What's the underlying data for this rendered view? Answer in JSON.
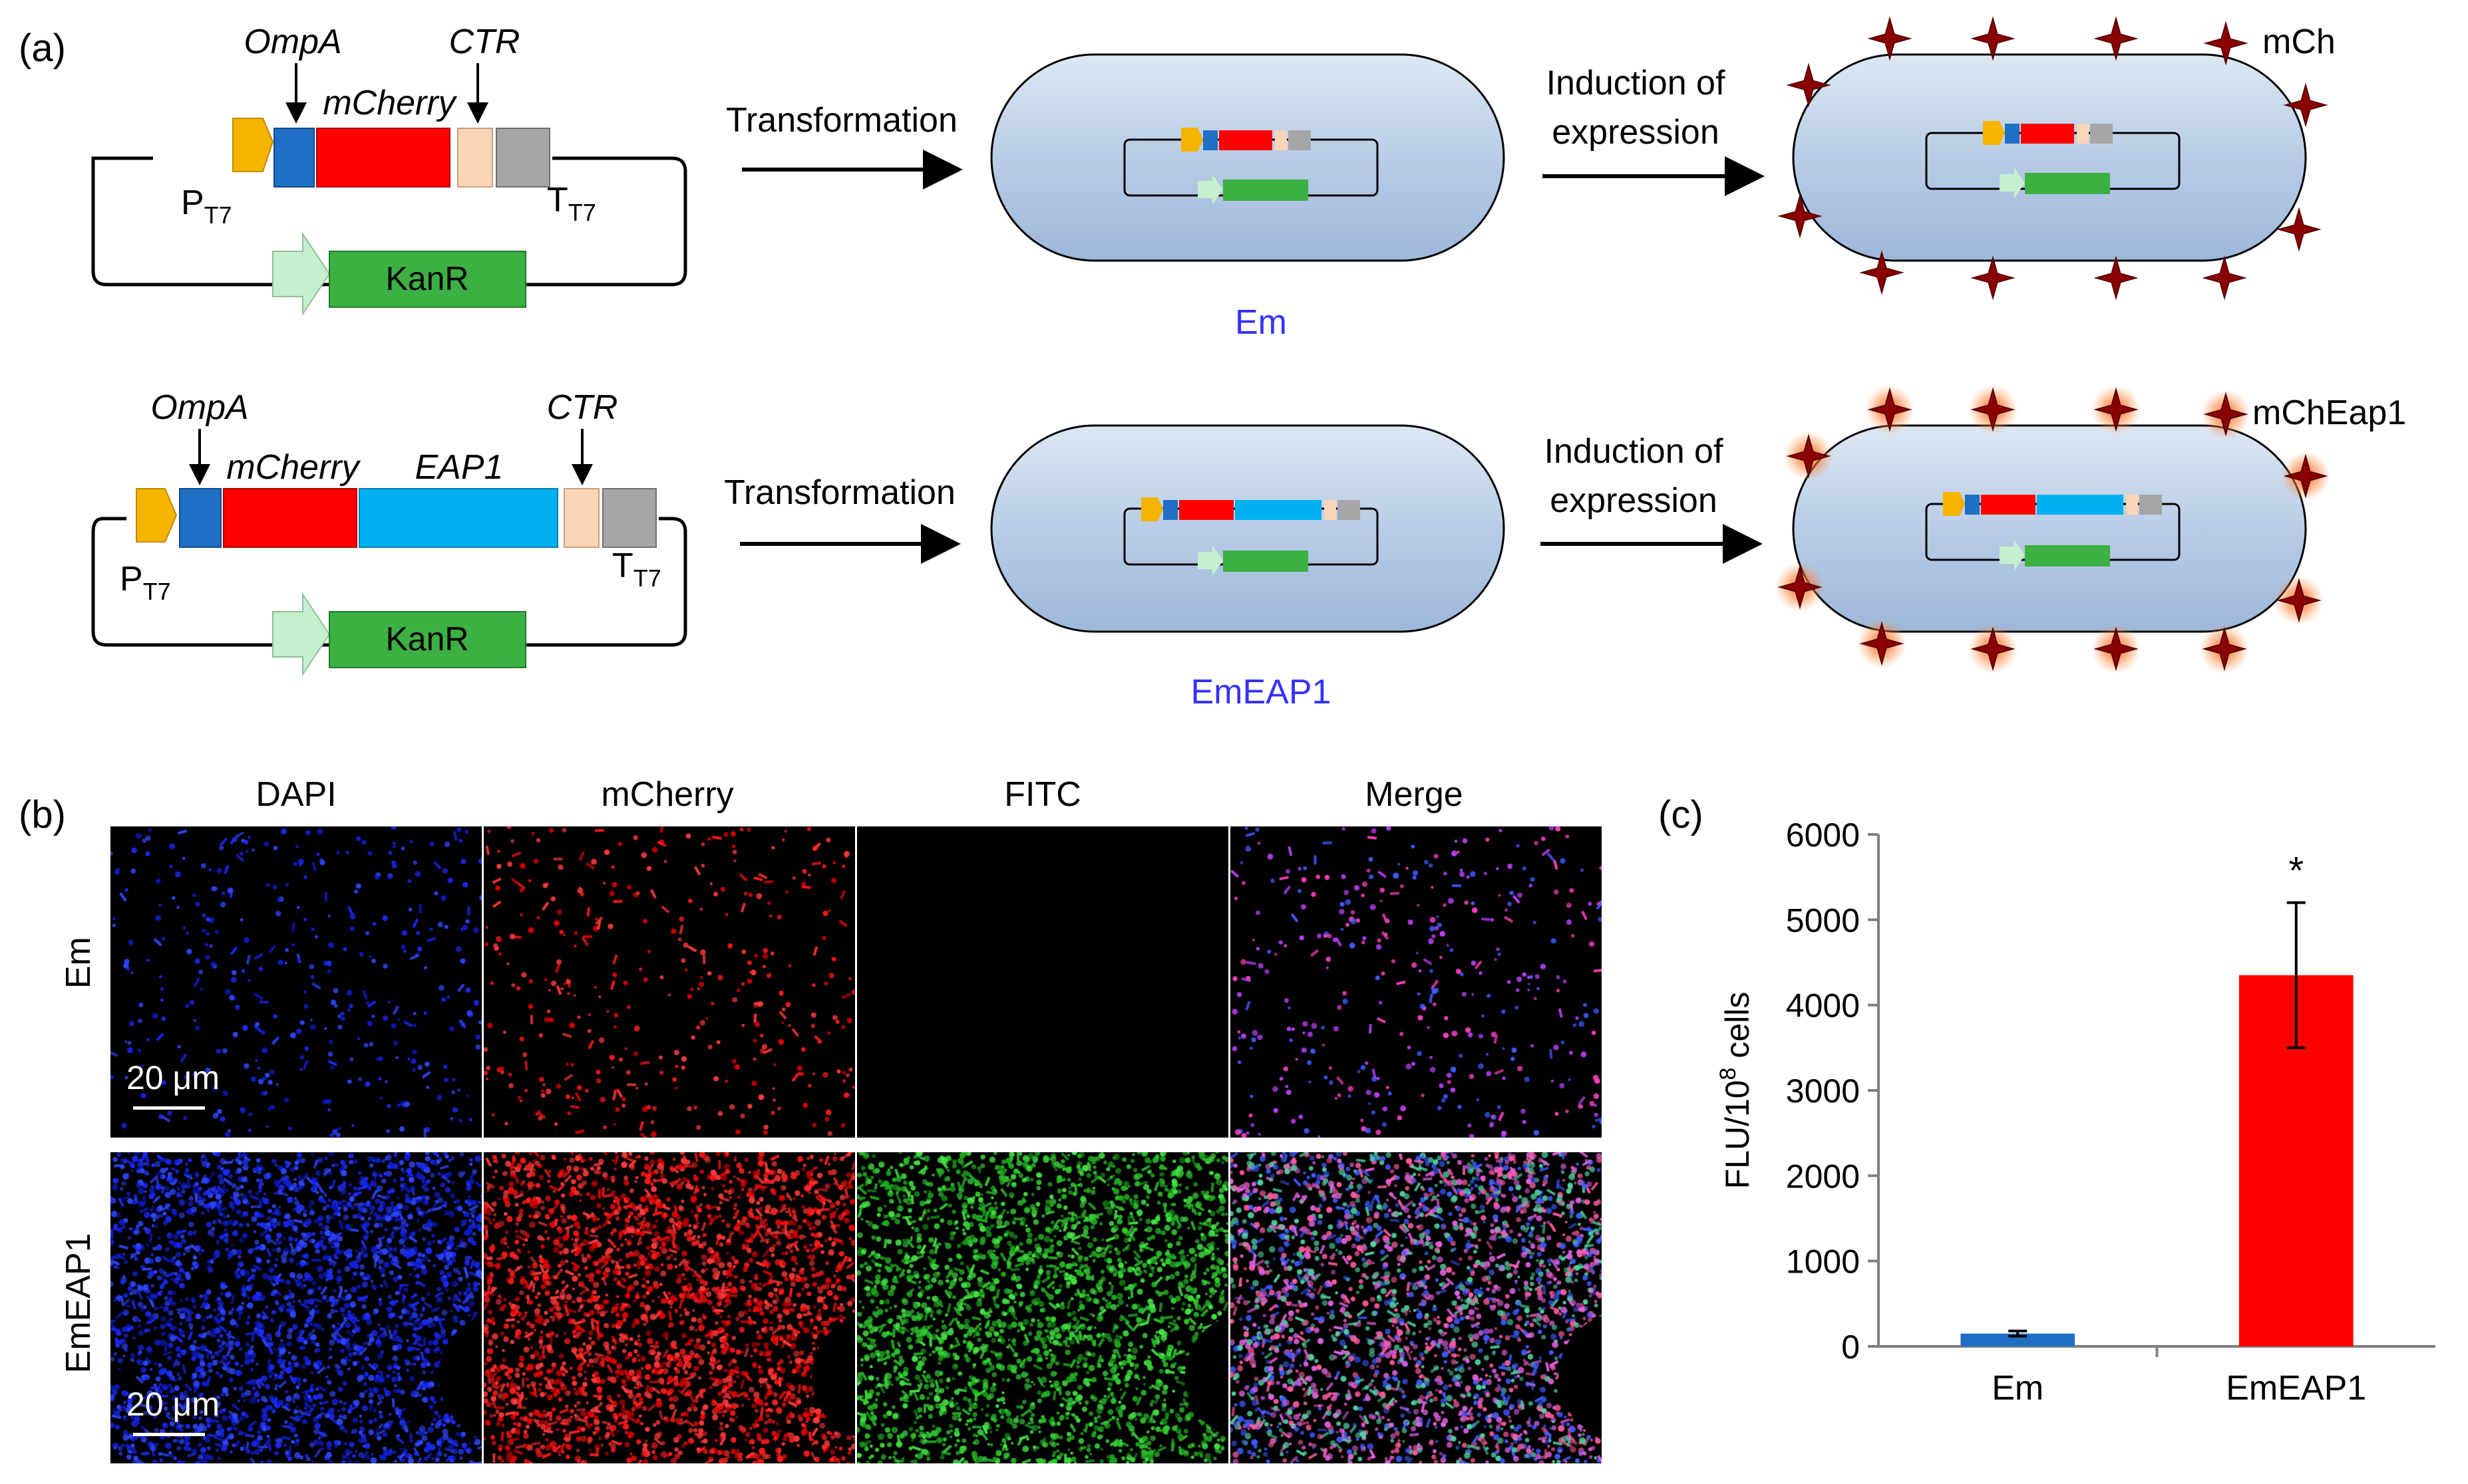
{
  "panel_a": {
    "label": "(a)",
    "rows": [
      {
        "ompa": "OmpA",
        "mcherry": "mCherry",
        "eap1": "",
        "ctr": "CTR",
        "promoter": "P",
        "promoter_sub": "T7",
        "terminator": "T",
        "terminator_sub": "T7",
        "kanr": "KanR",
        "transform": "Transformation",
        "induction_line1": "Induction of",
        "induction_line2": "expression",
        "strain": "Em",
        "product": "mCh"
      },
      {
        "ompa": "OmpA",
        "mcherry": "mCherry",
        "eap1": "EAP1",
        "ctr": "CTR",
        "promoter": "P",
        "promoter_sub": "T7",
        "terminator": "T",
        "terminator_sub": "T7",
        "kanr": "KanR",
        "transform": "Transformation",
        "induction_line1": "Induction of",
        "induction_line2": "expression",
        "strain": "EmEAP1",
        "product": "mChEap1"
      }
    ],
    "colors": {
      "promoter": "#f5b400",
      "ompa": "#1f6fc4",
      "mcherry": "#ff0000",
      "eap1": "#00b0f0",
      "ctr": "#fbd5b5",
      "terminator": "#a6a6a6",
      "kanr": "#3cb043",
      "kanr_promoter": "#c6efce",
      "cell": "#b8cce4",
      "strain_text": "#3333ff",
      "star": "#8b0000"
    }
  },
  "panel_b": {
    "label": "(b)",
    "columns": [
      "DAPI",
      "mCherry",
      "FITC",
      "Merge"
    ],
    "rows": [
      "Em",
      "EmEAP1"
    ],
    "scale_bar": "20 μm"
  },
  "panel_c": {
    "label": "(c)",
    "ylabel_prefix": "FLU/10",
    "ylabel_sup": "8",
    "ylabel_suffix": " cells",
    "significance": "*"
  },
  "chart_data": {
    "type": "bar",
    "categories": [
      "Em",
      "EmEAP1"
    ],
    "values": [
      150,
      4350
    ],
    "errors": [
      30,
      850
    ],
    "colors": [
      "#1f6fc4",
      "#ff0000"
    ],
    "ylim": [
      0,
      6000
    ],
    "yticks": [
      0,
      1000,
      2000,
      3000,
      4000,
      5000,
      6000
    ],
    "xlabel": "",
    "ylabel": "FLU/10^8 cells",
    "grid": false
  }
}
